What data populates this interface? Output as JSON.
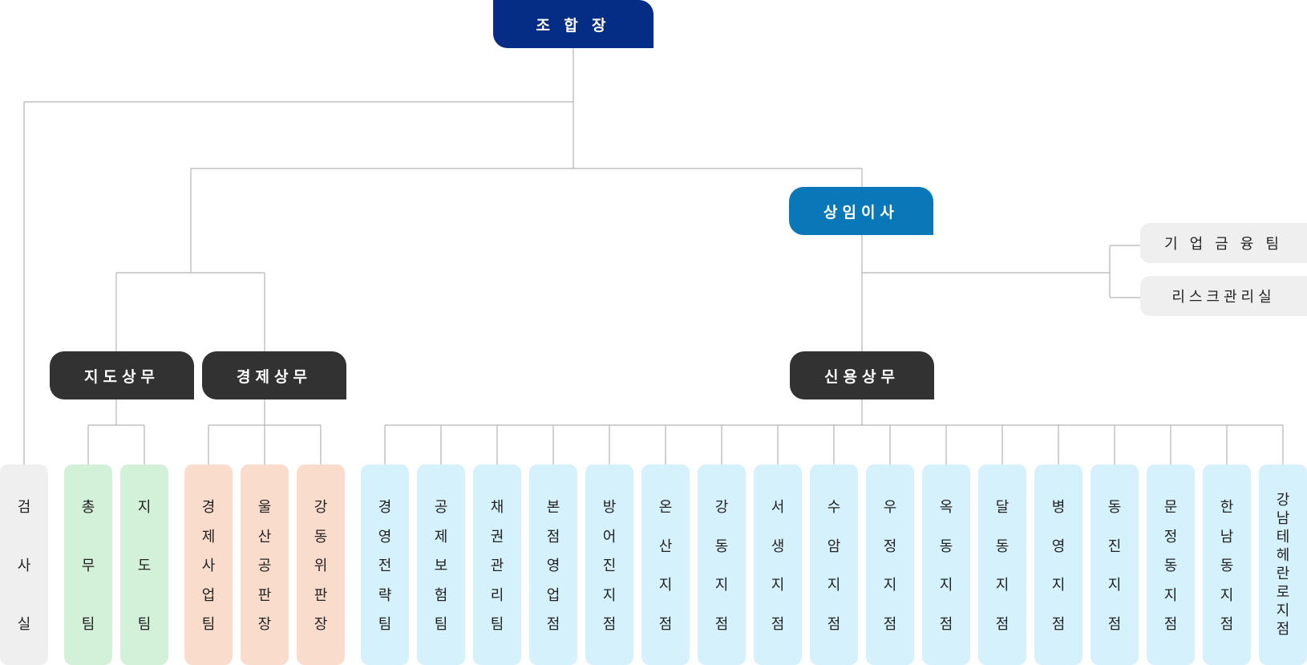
{
  "chairman": "조 합 장",
  "director": "상임이사",
  "divisions": {
    "guidance": "지도상무",
    "economic": "경제상무",
    "credit": "신용상무"
  },
  "director_side_units": [
    "기 업 금 융 팀",
    "리스크관리실"
  ],
  "audit": "검사실",
  "guidance_teams": [
    "총무팀",
    "지도팀"
  ],
  "economic_teams": [
    "경제사업팀",
    "울산공판장",
    "강동위판장"
  ],
  "credit_units": [
    "경영전략팀",
    "공제보험팀",
    "채권관리팀",
    "본점영업점",
    "방어진지점",
    "온산지점",
    "강동지점",
    "서생지점",
    "수암지점",
    "우정지점",
    "옥동지점",
    "달동지점",
    "병영지점",
    "동진지점",
    "문정동지점",
    "한남동지점",
    "강남테헤란로지점"
  ],
  "colors": {
    "chairman": "#062d86",
    "director": "#0a78b8",
    "division": "#323232",
    "staff": "#efefef",
    "guidance_team": "#d3f0d9",
    "economic_team": "#fadccd",
    "credit_unit": "#d5f1fb",
    "connector": "#b4b4b4"
  }
}
